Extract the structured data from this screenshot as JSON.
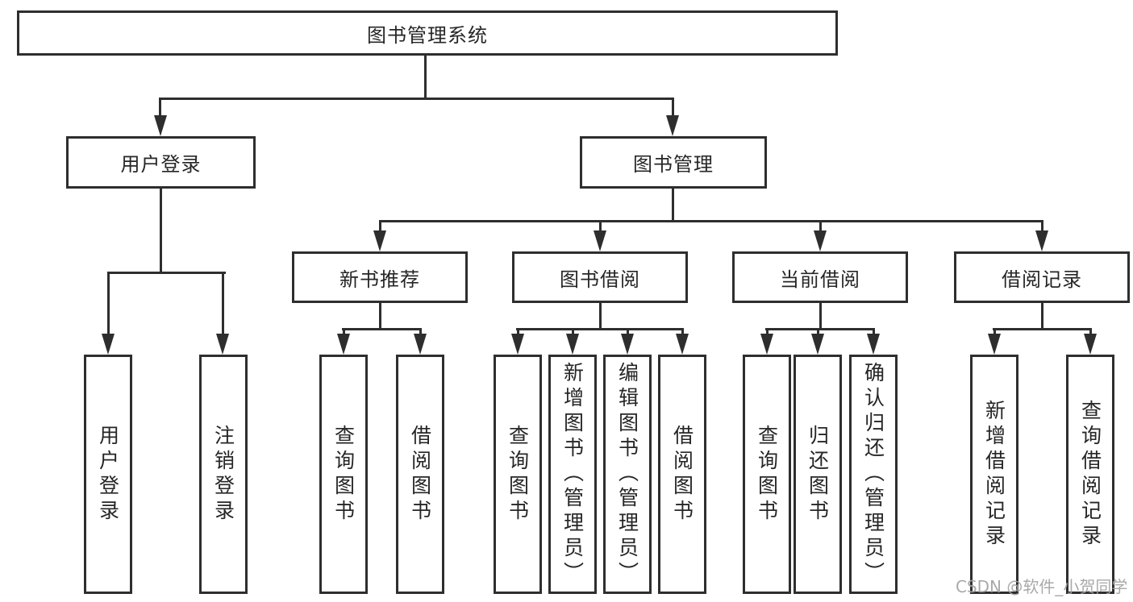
{
  "diagram": {
    "root": {
      "label": "图书管理系统",
      "children": [
        {
          "label": "用户登录",
          "children": [
            {
              "label": "用户登录"
            },
            {
              "label": "注销登录"
            }
          ]
        },
        {
          "label": "图书管理",
          "children": [
            {
              "label": "新书推荐",
              "children": [
                {
                  "label": "查询图书"
                },
                {
                  "label": "借阅图书"
                }
              ]
            },
            {
              "label": "图书借阅",
              "children": [
                {
                  "label": "查询图书"
                },
                {
                  "label": "新增图书（管理员）"
                },
                {
                  "label": "编辑图书（管理员）"
                },
                {
                  "label": "借阅图书"
                }
              ]
            },
            {
              "label": "当前借阅",
              "children": [
                {
                  "label": "查询图书"
                },
                {
                  "label": "归还图书"
                },
                {
                  "label": "确认归还（管理员）"
                }
              ]
            },
            {
              "label": "借阅记录",
              "children": [
                {
                  "label": "新增借阅记录"
                },
                {
                  "label": "查询借阅记录"
                }
              ]
            }
          ]
        }
      ]
    }
  },
  "watermark": {
    "text": "CSDN @软件_小贺同学"
  },
  "colors": {
    "line": "#2e2e2e",
    "text": "#262626",
    "watermark": "#a2a2a2",
    "background": "#ffffff"
  }
}
